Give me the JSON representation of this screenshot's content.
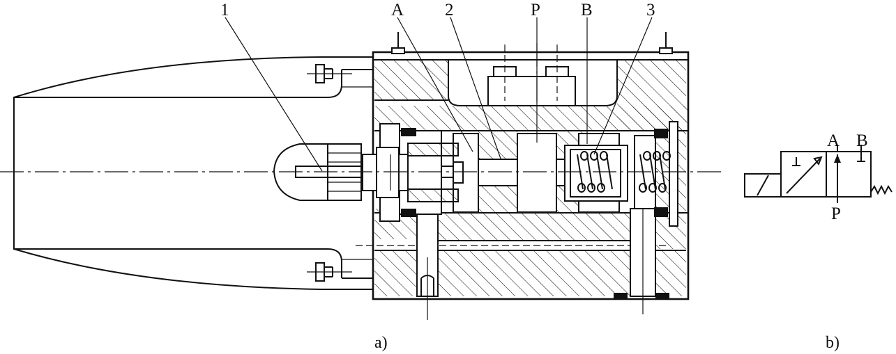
{
  "figure": {
    "callouts": {
      "part_1": "1",
      "port_a": "A",
      "part_2": "2",
      "port_p": "P",
      "port_b": "B",
      "part_3": "3"
    },
    "symbol_labels": {
      "port_a": "A",
      "port_b": "B",
      "port_p": "P"
    },
    "captions": {
      "a": "a)",
      "b": "b)"
    }
  },
  "colors": {
    "ink": "#111111",
    "paper": "#ffffff"
  }
}
